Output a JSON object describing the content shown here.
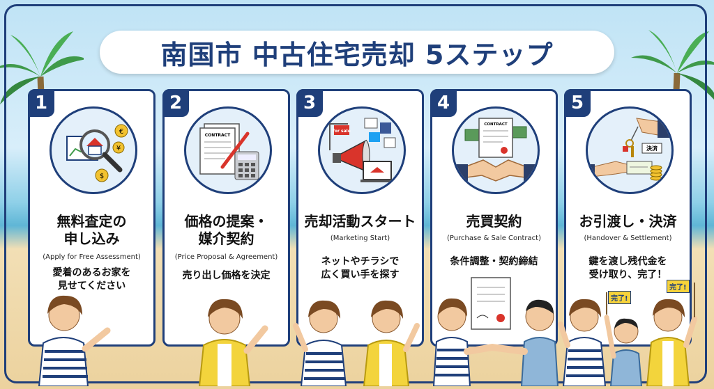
{
  "title": "南国市 中古住宅売却 5ステップ",
  "colors": {
    "navy": "#1f3f7a",
    "card": "#ffffff",
    "accent_red": "#d9342b",
    "yellow": "#f7d33a"
  },
  "steps": [
    {
      "number": "1",
      "title_lines": [
        "無料査定の",
        "申し込み"
      ],
      "subtitle": "(Apply for Free Assessment)",
      "desc_lines": [
        "愛着のあるお家を",
        "見せてください"
      ],
      "icon": "magnifier-house-icon",
      "badges": [
        "€",
        "¥",
        "$"
      ]
    },
    {
      "number": "2",
      "title_lines": [
        "価格の提案・",
        "媒介契約"
      ],
      "subtitle": "(Price Proposal & Agreement)",
      "desc_lines": [
        "売り出し価格を決定"
      ],
      "icon": "contract-calculator-icon",
      "contract_label": "CONTRACT"
    },
    {
      "number": "3",
      "title_lines": [
        "売却活動スタート"
      ],
      "subtitle": "(Marketing Start)",
      "desc_lines": [
        "ネットやチラシで",
        "広く買い手を探す"
      ],
      "icon": "megaphone-icon",
      "sign_label": "for sale"
    },
    {
      "number": "4",
      "title_lines": [
        "売買契約"
      ],
      "subtitle": "(Purchase & Sale Contract)",
      "desc_lines": [
        "条件調整・契約締結"
      ],
      "icon": "handshake-icon",
      "contract_label": "CONTRACT"
    },
    {
      "number": "5",
      "title_lines": [
        "お引渡し・決済"
      ],
      "subtitle": "(Handover & Settlement)",
      "desc_lines": [
        "鍵を渡し残代金を",
        "受け取り、完了！"
      ],
      "icon": "key-handover-icon",
      "tag_label": "決済",
      "flag_label": "完了!"
    }
  ]
}
